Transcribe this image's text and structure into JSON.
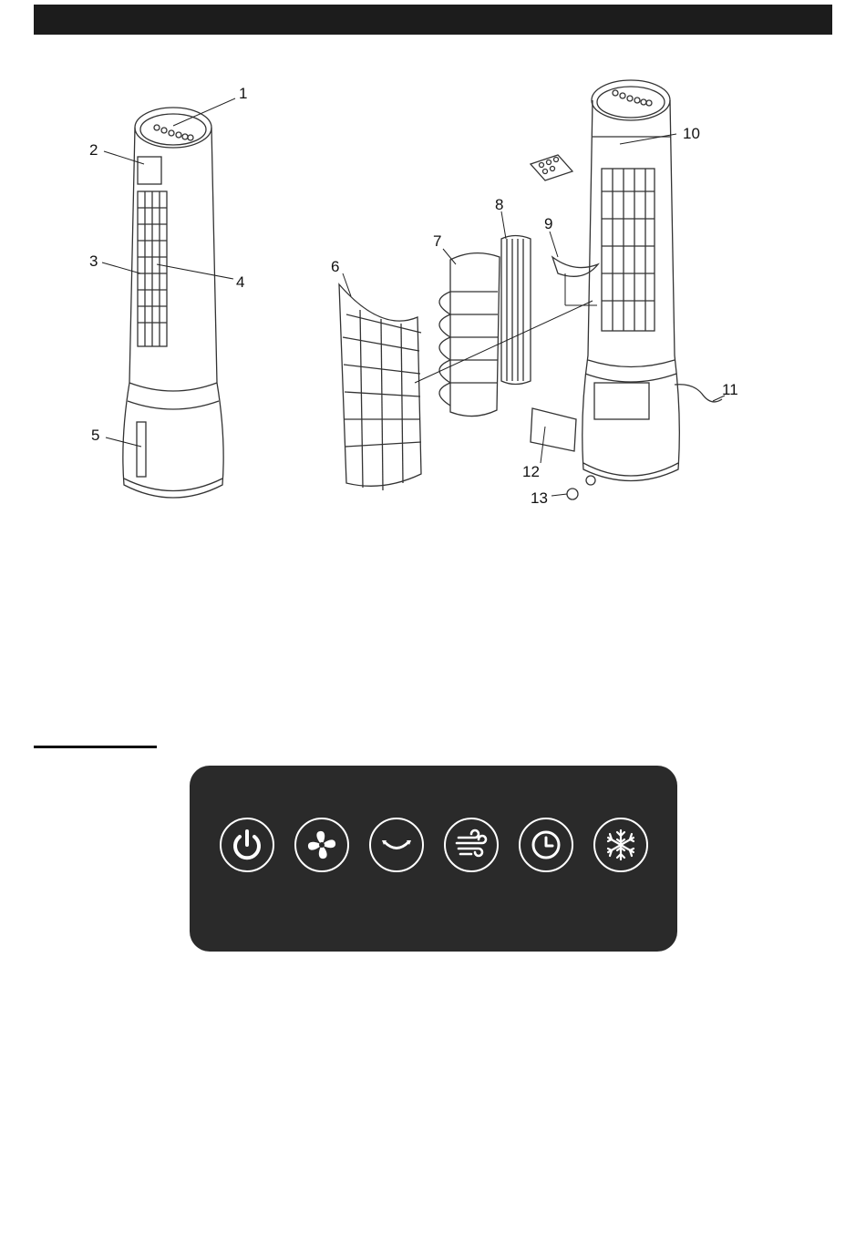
{
  "callouts": [
    "1",
    "2",
    "3",
    "4",
    "5",
    "6",
    "7",
    "8",
    "9",
    "10",
    "11",
    "12",
    "13"
  ],
  "control_panel": {
    "buttons": [
      {
        "id": "power",
        "icon": "power-icon"
      },
      {
        "id": "fan",
        "icon": "fan-icon"
      },
      {
        "id": "swing",
        "icon": "swing-icon"
      },
      {
        "id": "wind-mode",
        "icon": "wind-icon"
      },
      {
        "id": "timer",
        "icon": "clock-icon"
      },
      {
        "id": "cooling",
        "icon": "snowflake-icon"
      }
    ],
    "colors": {
      "panel": "#2a2a2a",
      "icon": "#ffffff"
    }
  }
}
